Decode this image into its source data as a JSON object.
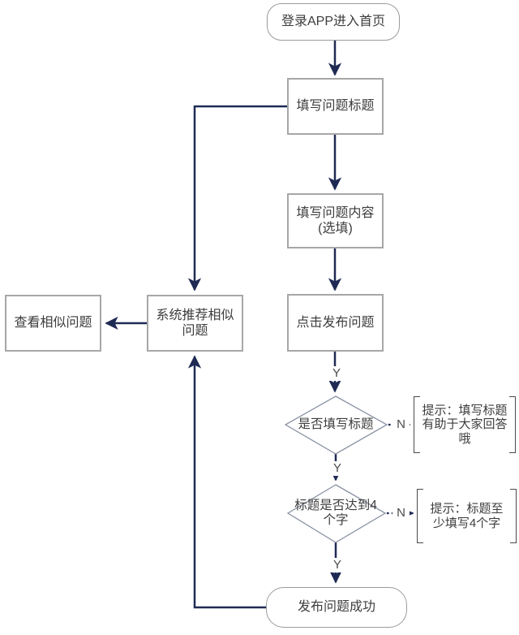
{
  "colors": {
    "arrow": "#1f2a54",
    "process_border": "#a7a7a7",
    "terminal_border": "#9b9b9b",
    "diamond_border": "#8a93a4",
    "bracket": "#4a4a4a",
    "text": "#3d3d3d",
    "background": "#ffffff"
  },
  "nodes": {
    "start": {
      "label": "登录APP进入首页",
      "type": "terminal"
    },
    "fill_title": {
      "label": "填写问题标题",
      "type": "process"
    },
    "fill_content": {
      "label": "填写问题内容\n(选填)",
      "type": "process"
    },
    "click_publish": {
      "label": "点击发布问题",
      "type": "process"
    },
    "system_recommend": {
      "label": "系统推荐相似问题",
      "type": "process"
    },
    "view_similar": {
      "label": "查看相似问题",
      "type": "process"
    },
    "check_title_filled": {
      "label": "是否填写标题",
      "type": "decision"
    },
    "check_title_length": {
      "label": "标题是否达到4个字",
      "type": "decision"
    },
    "publish_success": {
      "label": "发布问题成功",
      "type": "terminal"
    }
  },
  "edge_labels": {
    "y1": "Y",
    "y2": "Y",
    "y3": "Y",
    "n1": "N",
    "n2": "N"
  },
  "tips": {
    "no_title": "提示：填写标题有助于大家回答哦",
    "short_title": "提示：标题至少填写4个字"
  }
}
